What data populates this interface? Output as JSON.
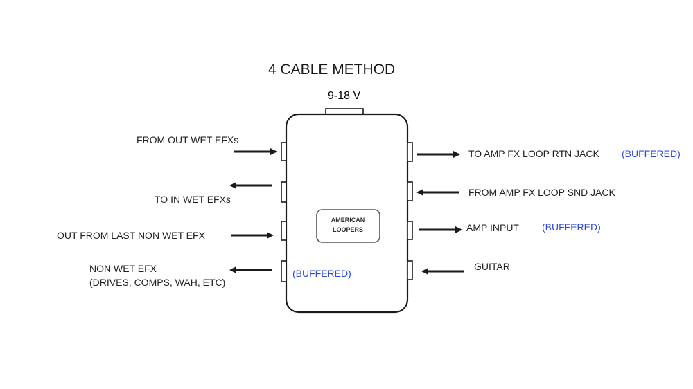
{
  "diagram": {
    "title": "4 CABLE METHOD",
    "power_label": "9-18 V",
    "logo": {
      "line1": "AMERICAN",
      "line2": "LOOPERS"
    },
    "left": {
      "from_out_wet": "FROM OUT WET EFXs",
      "to_in_wet": "TO IN WET EFXs",
      "out_from_last_non_wet": "OUT FROM LAST NON WET EFX",
      "non_wet_line1": "NON WET EFX",
      "non_wet_line2": "(DRIVES, COMPS, WAH, ETC)",
      "non_wet_note": "(BUFFERED)"
    },
    "right": {
      "to_amp_fx_loop_rtn": "TO AMP FX LOOP RTN JACK",
      "to_amp_fx_loop_rtn_note": "(BUFFERED)",
      "from_amp_fx_loop_snd": "FROM AMP FX LOOP SND JACK",
      "amp_input": "AMP INPUT",
      "amp_input_note": "(BUFFERED)",
      "guitar": "GUITAR"
    },
    "colors": {
      "line": "#1a1a1a",
      "text": "#222222",
      "buffered_note": "#2d49d6",
      "background": "#ffffff"
    }
  }
}
